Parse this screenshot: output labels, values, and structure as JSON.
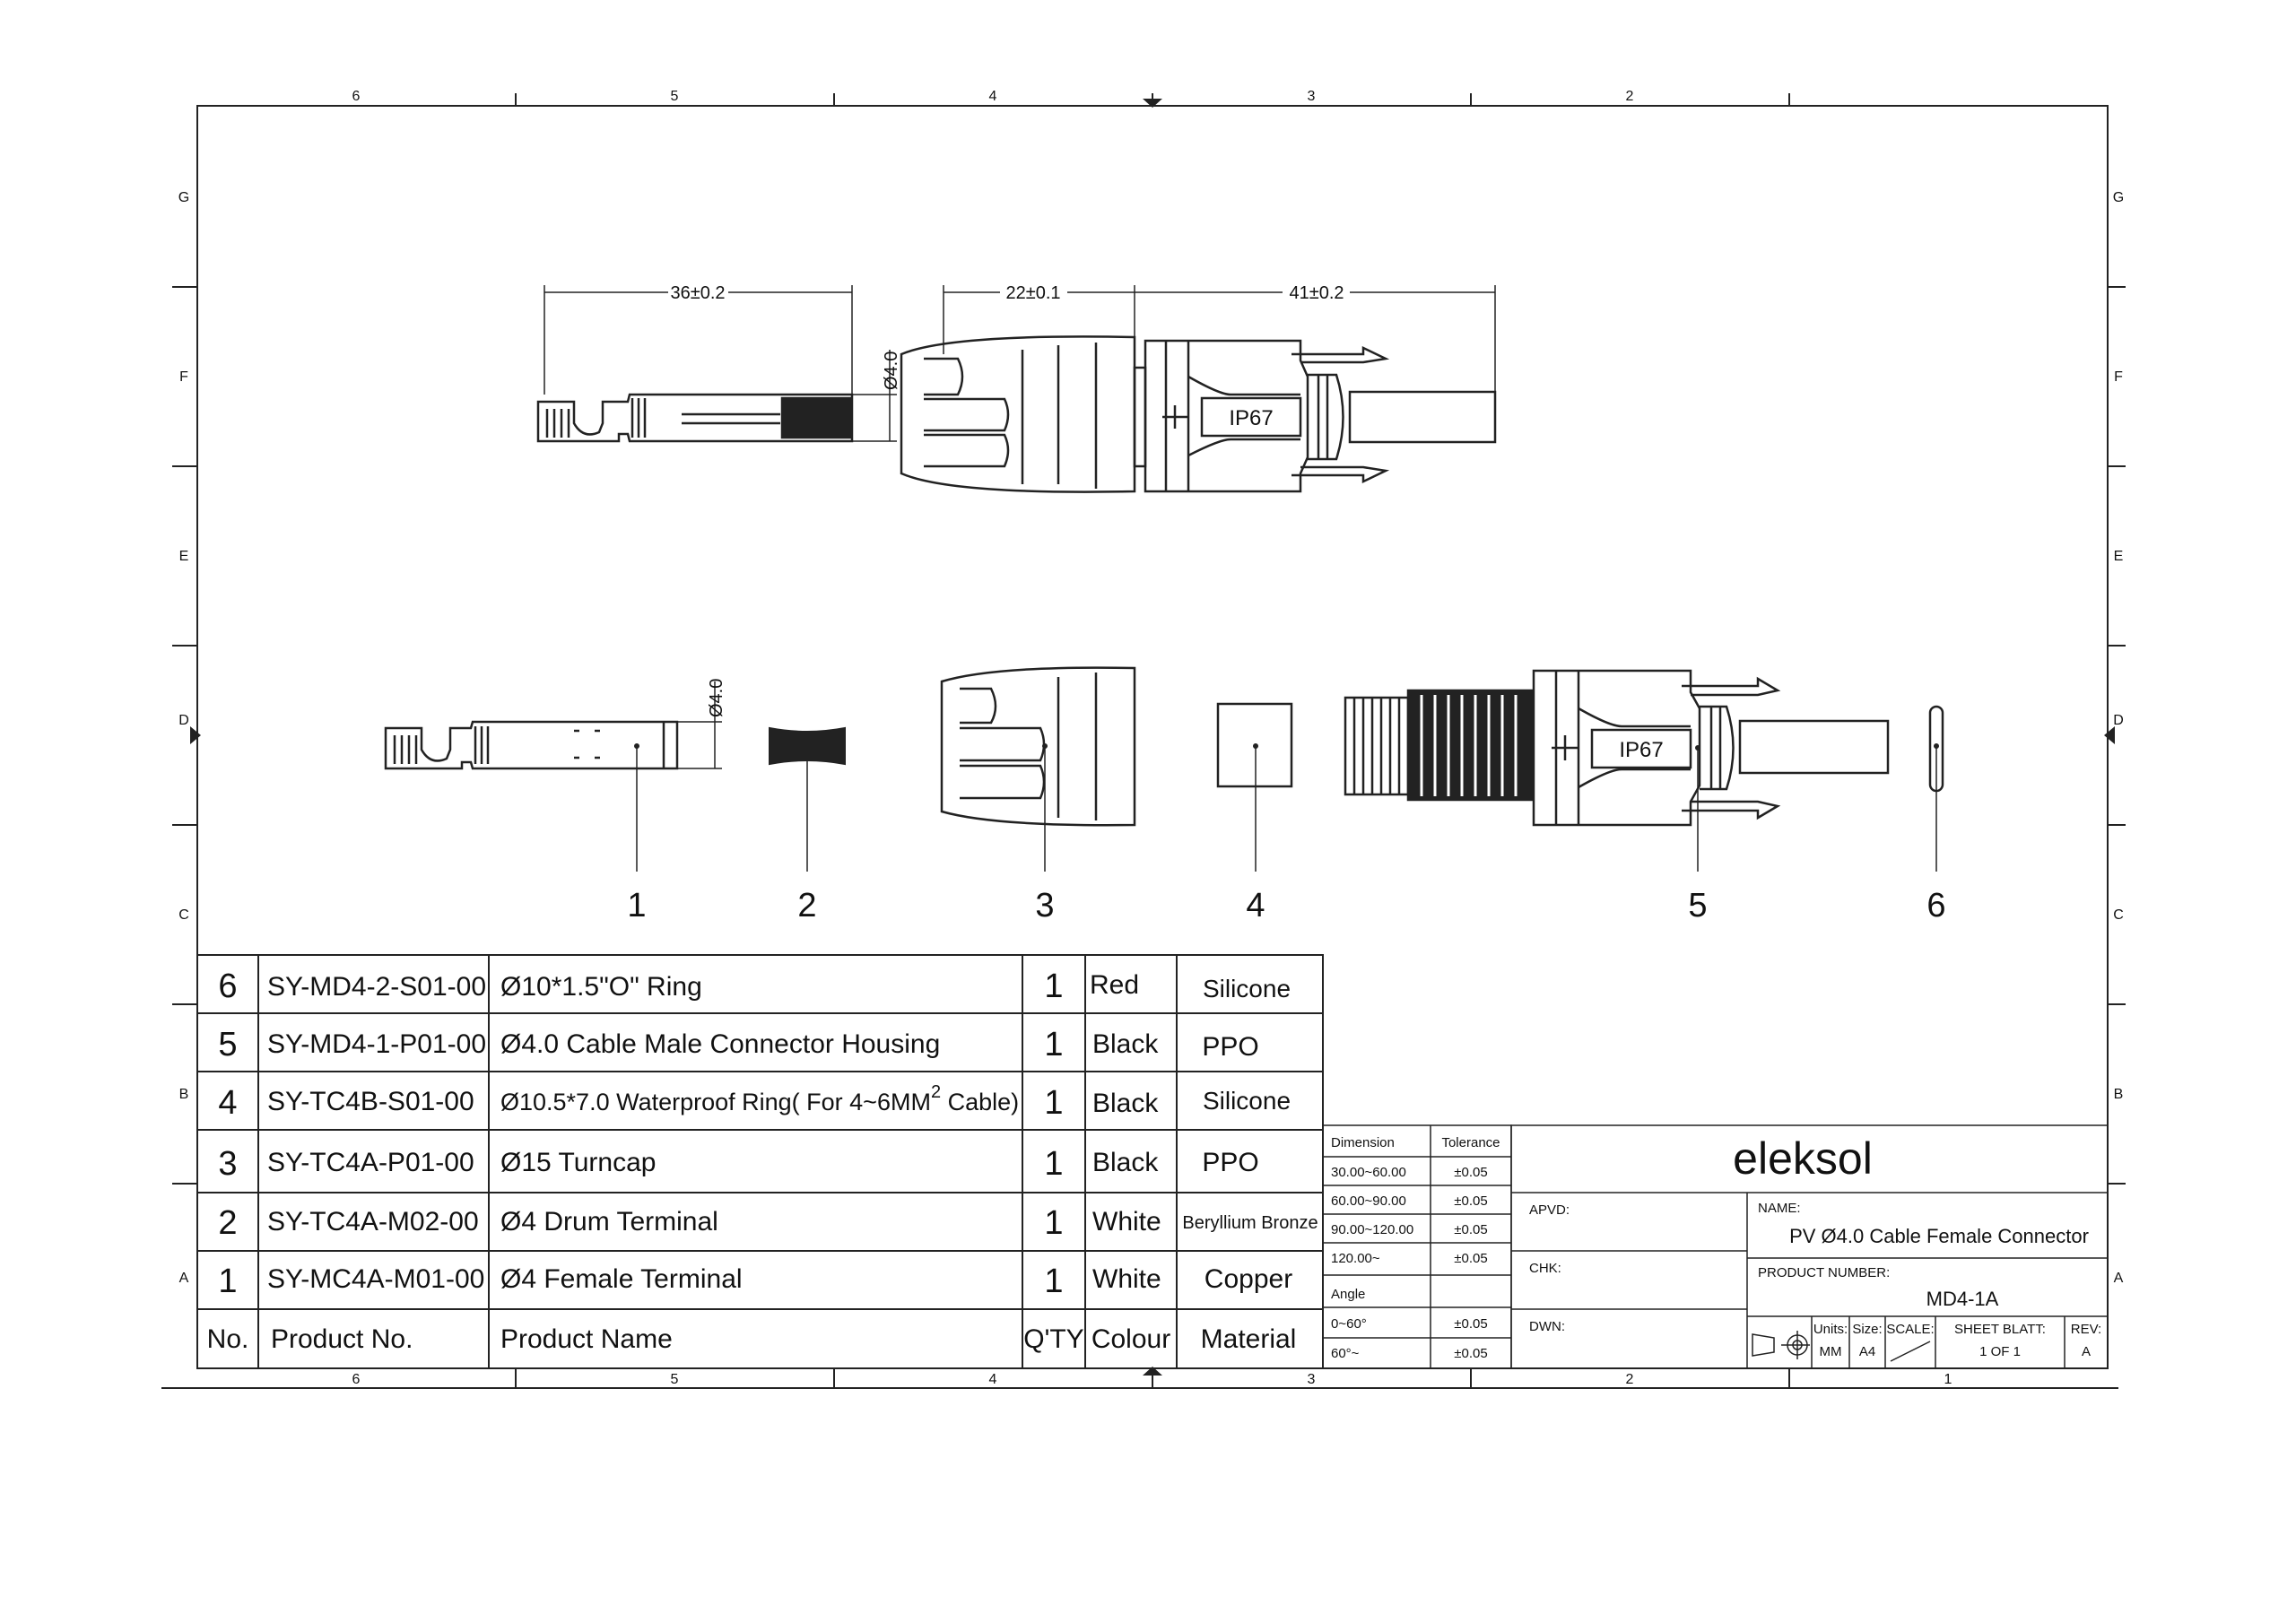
{
  "zones": {
    "columns": [
      "6",
      "5",
      "4",
      "3",
      "2"
    ],
    "columns_bottom": [
      "6",
      "5",
      "4",
      "3",
      "2",
      "1"
    ],
    "rows_left": [
      "G",
      "F",
      "E",
      "D",
      "C",
      "B",
      "A"
    ],
    "rows_right": [
      "G",
      "F",
      "E",
      "D",
      "C",
      "B",
      "A"
    ]
  },
  "dimensions": {
    "terminal_length": "36±0.2",
    "terminal_dia_top": "Ø4.0",
    "terminal_dia_exploded": "Ø4.0",
    "turncap_length": "22±0.1",
    "housing_length": "41±0.2",
    "housing_marking_assembled": "IP67",
    "housing_marking_exploded": "IP67"
  },
  "callouts": [
    "1",
    "2",
    "3",
    "4",
    "5",
    "6"
  ],
  "bom": {
    "header": {
      "no": "No.",
      "product_no": "Product  No.",
      "product_name": "Product  Name",
      "qty": "Q'TY",
      "colour": "Colour",
      "material": "Material"
    },
    "rows": [
      {
        "no": "6",
        "product_no": "SY-MD4-2-S01-00",
        "product_name": "Ø10*1.5\"O\" Ring",
        "qty": "1",
        "colour": "Red",
        "material": "Silicone"
      },
      {
        "no": "5",
        "product_no": "SY-MD4-1-P01-00",
        "product_name": "Ø4.0 Cable Male Connector Housing",
        "qty": "1",
        "colour": "Black",
        "material": "PPO"
      },
      {
        "no": "4",
        "product_no": "SY-TC4B-S01-00",
        "product_name": "Ø10.5*7.0  Waterproof  Ring( For 4~6MM",
        "product_name_sup": "2",
        "product_name_tail": " Cable)",
        "qty": "1",
        "colour": "Black",
        "material": "Silicone"
      },
      {
        "no": "3",
        "product_no": "SY-TC4A-P01-00",
        "product_name": "Ø15  Turncap",
        "qty": "1",
        "colour": "Black",
        "material": "PPO"
      },
      {
        "no": "2",
        "product_no": "SY-TC4A-M02-00",
        "product_name": "Ø4 Drum Terminal",
        "qty": "1",
        "colour": "White",
        "material": "Beryllium Bronze"
      },
      {
        "no": "1",
        "product_no": "SY-MC4A-M01-00",
        "product_name": "Ø4 Female Terminal",
        "qty": "1",
        "colour": "White",
        "material": "Copper"
      }
    ]
  },
  "tolerance": {
    "header": {
      "dimension": "Dimension",
      "tolerance": "Tolerance"
    },
    "rows": [
      {
        "dimension": "30.00~60.00",
        "tolerance": "±0.05"
      },
      {
        "dimension": "60.00~90.00",
        "tolerance": "±0.05"
      },
      {
        "dimension": "90.00~120.00",
        "tolerance": "±0.05"
      },
      {
        "dimension": "120.00~",
        "tolerance": "±0.05"
      },
      {
        "dimension": "Angle",
        "tolerance": ""
      },
      {
        "dimension": "0~60°",
        "tolerance": "±0.05"
      },
      {
        "dimension": "60°~",
        "tolerance": "±0.05"
      }
    ]
  },
  "title_block": {
    "company": "eleksol",
    "apvd_label": "APVD:",
    "chk_label": "CHK:",
    "dwn_label": "DWN:",
    "name_label": "NAME:",
    "name_value": "PV Ø4.0 Cable Female Connector",
    "product_number_label": "PRODUCT  NUMBER:",
    "product_number_value": "MD4-1A",
    "units_label": "Units:",
    "units_value": "MM",
    "size_label": "Size:",
    "size_value": "A4",
    "scale_label": "SCALE:",
    "sheet_label": "SHEET BLATT:",
    "sheet_value": "1  OF  1",
    "rev_label": "REV:",
    "rev_value": "A"
  }
}
